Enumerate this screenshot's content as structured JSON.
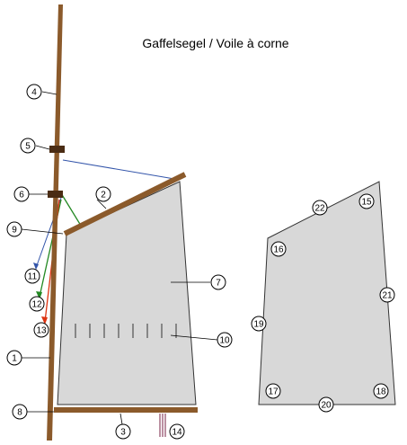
{
  "title": "Gaffelsegel / Voile à corne",
  "colors": {
    "spar": "#8B5A2B",
    "block": "#4A2C14",
    "sail_fill": "#D8D8D8",
    "outline": "#333333",
    "blue_line": "#3355AA",
    "green_line": "#228822",
    "red_line": "#DD3311",
    "sheet": "#772244"
  },
  "callouts": {
    "c1": "1",
    "c2": "2",
    "c3": "3",
    "c4": "4",
    "c5": "5",
    "c6": "6",
    "c7": "7",
    "c8": "8",
    "c9": "9",
    "c10": "10",
    "c11": "11",
    "c12": "12",
    "c13": "13",
    "c14": "14",
    "c15": "15",
    "c16": "16",
    "c17": "17",
    "c18": "18",
    "c19": "19",
    "c20": "20",
    "c21": "21",
    "c22": "22"
  }
}
